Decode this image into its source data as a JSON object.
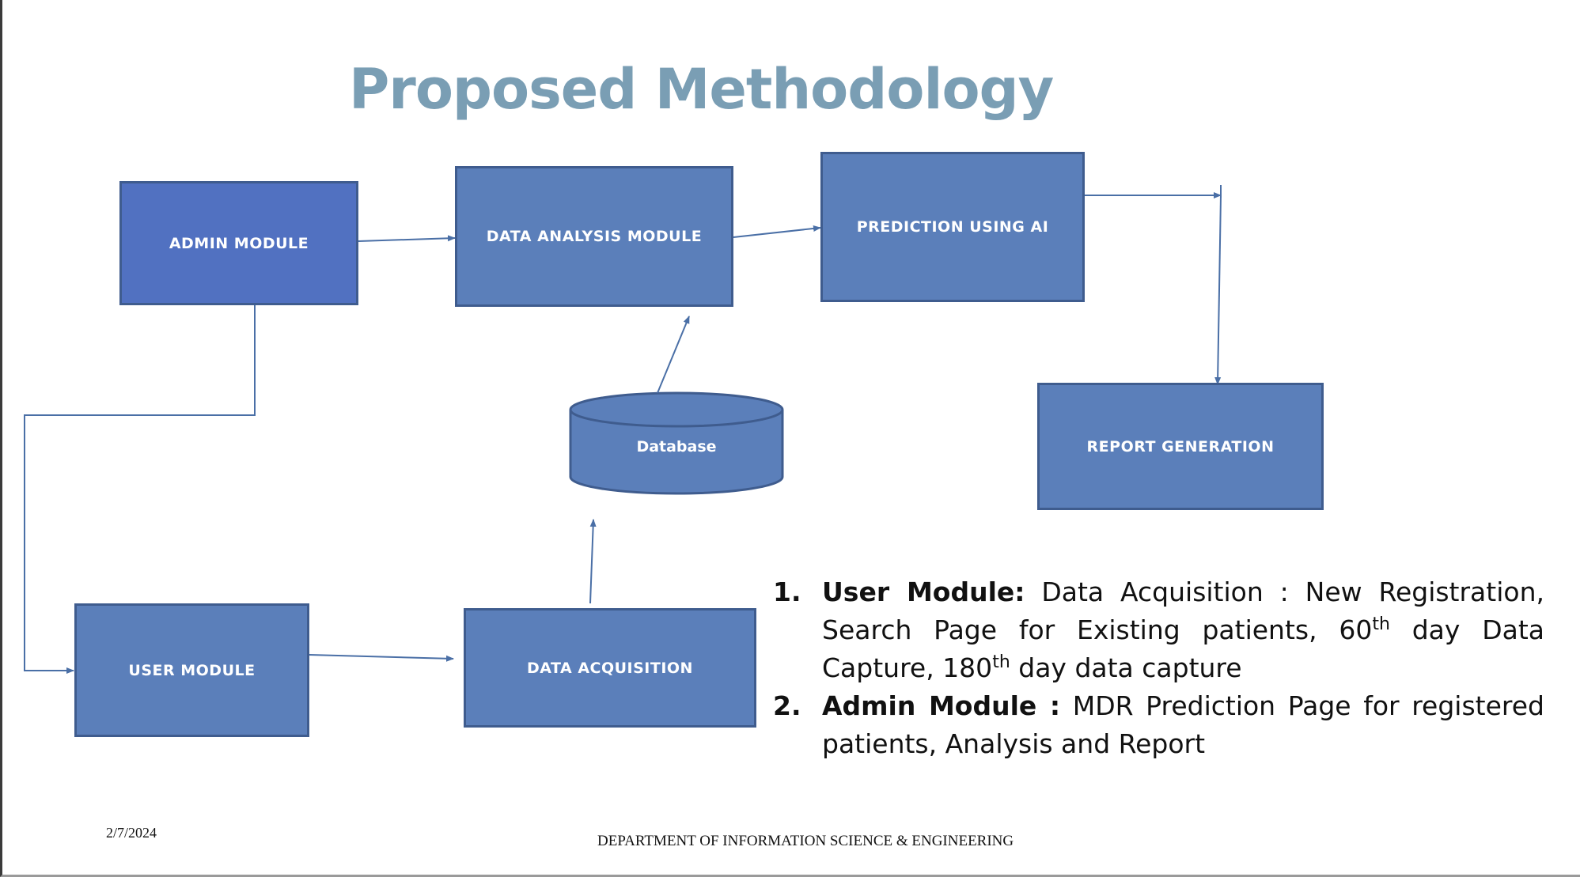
{
  "title": "Proposed Methodology",
  "colors": {
    "title": "#7a9eb4",
    "box_fill": "#5b7fba",
    "admin_box_fill": "#5171c1",
    "box_border": "#3f5c8e",
    "connector": "#4a6fa6"
  },
  "boxes": {
    "admin": "ADMIN MODULE",
    "data_analysis": "DATA ANALYSIS MODULE",
    "prediction": "PREDICTION  USING AI",
    "report": "REPORT GENERATION",
    "database": "Database",
    "user": "USER MODULE",
    "data_acquisition": "DATA ACQUISITION"
  },
  "description": [
    {
      "number": "1.",
      "lead": "User Module:",
      "text_a": " Data Acquisition : New Registration, Search Page for Existing patients, 60",
      "sup_a": "th",
      "text_b": " day Data Capture, 180",
      "sup_b": "th",
      "text_c": " day data capture"
    },
    {
      "number": "2.",
      "lead": "Admin Module :",
      "text_a": " MDR Prediction Page for registered patients, Analysis and Report"
    }
  ],
  "footer": {
    "date": "2/7/2024",
    "department": "DEPARTMENT OF INFORMATION SCIENCE & ENGINEERING"
  }
}
